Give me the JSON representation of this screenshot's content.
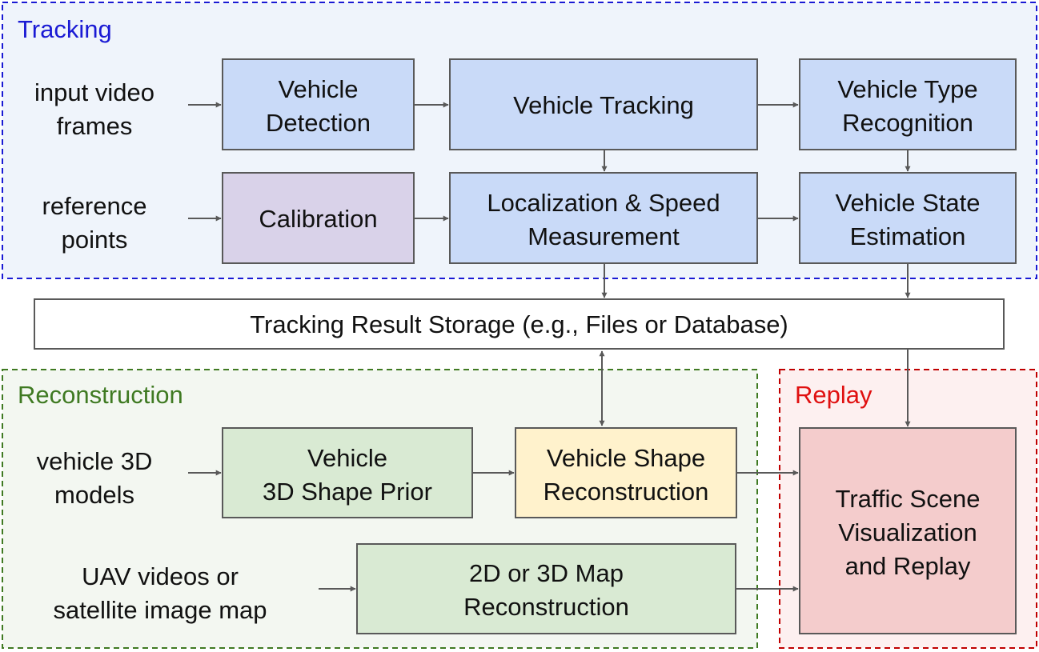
{
  "colors": {
    "tracking_accent": "#1a1ad4",
    "reconstruction_accent": "#3f7a22",
    "replay_accent": "#e01010",
    "blue_box": "#c9daf8",
    "purple_box": "#d9d2e9",
    "green_box": "#d9ead3",
    "yellow_box": "#fff2cc",
    "pink_box": "#f4cccc",
    "arrow": "#595959",
    "box_border": "#595959"
  },
  "groups": {
    "tracking": {
      "title": "Tracking"
    },
    "reconstruction": {
      "title": "Reconstruction"
    },
    "replay": {
      "title": "Replay"
    }
  },
  "inputs": {
    "video_frames": {
      "lines": [
        "input video",
        "frames"
      ]
    },
    "reference_points": {
      "lines": [
        "reference",
        "points"
      ]
    },
    "vehicle_models": {
      "lines": [
        "vehicle 3D",
        "models"
      ]
    },
    "uav_videos": {
      "lines": [
        "UAV videos or",
        "satellite image map"
      ]
    }
  },
  "boxes": {
    "vehicle_detection": {
      "lines": [
        "Vehicle",
        "Detection"
      ]
    },
    "vehicle_tracking": {
      "lines": [
        "Vehicle Tracking"
      ]
    },
    "vehicle_type_recognition": {
      "lines": [
        "Vehicle Type",
        "Recognition"
      ]
    },
    "calibration": {
      "lines": [
        "Calibration"
      ]
    },
    "localization_speed": {
      "lines": [
        "Localization & Speed",
        "Measurement"
      ]
    },
    "vehicle_state_estimation": {
      "lines": [
        "Vehicle State",
        "Estimation"
      ]
    },
    "shape_prior": {
      "lines": [
        "Vehicle",
        "3D Shape Prior"
      ]
    },
    "shape_reconstruction": {
      "lines": [
        "Vehicle Shape",
        "Reconstruction"
      ]
    },
    "map_reconstruction": {
      "lines": [
        "2D or 3D Map",
        "Reconstruction"
      ]
    },
    "traffic_scene": {
      "lines": [
        "Traffic Scene",
        "Visualization",
        "and Replay"
      ]
    }
  },
  "storage": {
    "label": "Tracking Result Storage (e.g., Files or Database)"
  }
}
